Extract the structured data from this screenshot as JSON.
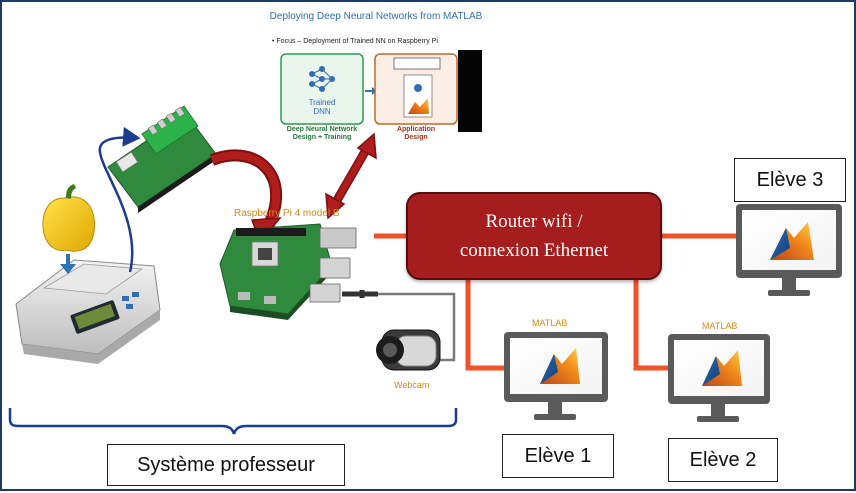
{
  "slide": {
    "title": "Deploying Deep Neural Networks from MATLAB",
    "focus": "Focus – Deployment of Trained NN on Raspberry Pi",
    "trained_line1": "Trained",
    "trained_line2": "DNN",
    "dnn_caption_line1": "Deep Neural Network",
    "dnn_caption_line2": "Design + Training",
    "app_caption_line1": "Application",
    "app_caption_line2": "Design"
  },
  "raspberry_label": "Raspberry Pi 4 model B",
  "webcam_label": "Webcam",
  "router": {
    "line1": "Router wifi  /",
    "line2": "connexion Ethernet"
  },
  "matlab_label_1": "MATLAB",
  "matlab_label_2": "MATLAB",
  "student1": "Elève 1",
  "student2": "Elève 2",
  "student3": "Elève 3",
  "teacher_system": "Système professeur",
  "colors": {
    "router_fill": "#a51d1d",
    "ethernet_line": "#f0522a",
    "arrow_red": "#b01c1c",
    "cable_blue": "#1a3d8f",
    "slide_green": "#2e9c4f",
    "slide_title_blue": "#2f6fb5",
    "frame": "#1f3a5f"
  }
}
